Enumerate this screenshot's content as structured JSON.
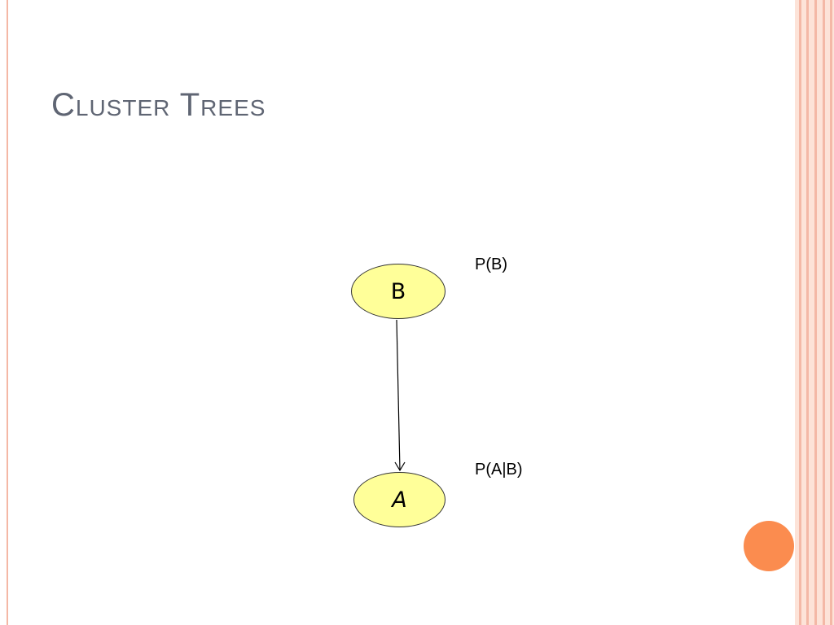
{
  "slide": {
    "title": "Cluster Trees"
  },
  "diagram": {
    "nodes": [
      {
        "id": "B",
        "label": "B"
      },
      {
        "id": "A",
        "label": "A"
      }
    ],
    "edges": [
      {
        "from": "B",
        "to": "A",
        "directed": true
      }
    ],
    "probability_labels": {
      "B": "P(B)",
      "A": "P(A|B)"
    }
  },
  "theme": {
    "node_fill": "#ffff99",
    "title_color": "#5f6573",
    "frame_color": "#f4b8a6",
    "accent_circle_color": "#fb8c4f"
  }
}
